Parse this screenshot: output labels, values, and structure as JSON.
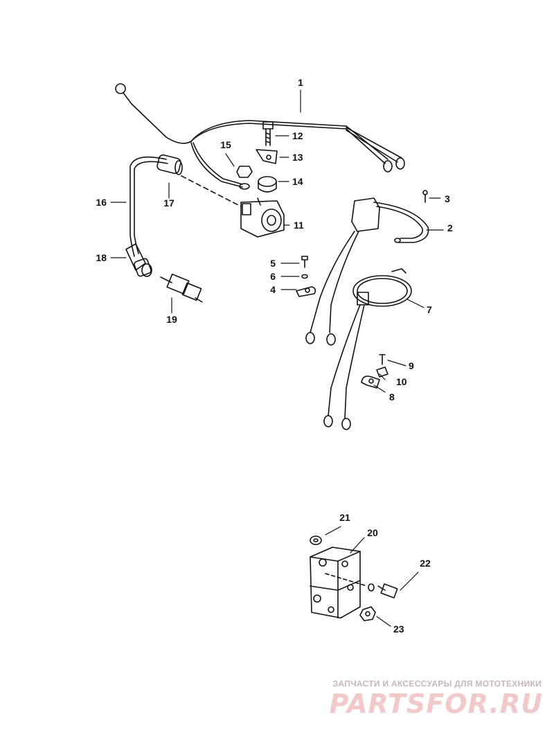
{
  "callouts": {
    "c1": "1",
    "c2": "2",
    "c3": "3",
    "c4": "4",
    "c5": "5",
    "c6": "6",
    "c7": "7",
    "c8": "8",
    "c9": "9",
    "c10": "10",
    "c11": "11",
    "c12": "12",
    "c13": "13",
    "c14": "14",
    "c15": "15",
    "c16": "16",
    "c17": "17",
    "c18": "18",
    "c19": "19",
    "c20": "20",
    "c21": "21",
    "c22": "22",
    "c23": "23"
  },
  "watermark": {
    "tagline": "ЗАПЧАСТИ И АКСЕССУАРЫ ДЛЯ МОТОТЕХНИКИ",
    "logo": "PARTSFOR.RU"
  },
  "colors": {
    "ink": "#111111",
    "watermark": "#f2c9c9"
  }
}
